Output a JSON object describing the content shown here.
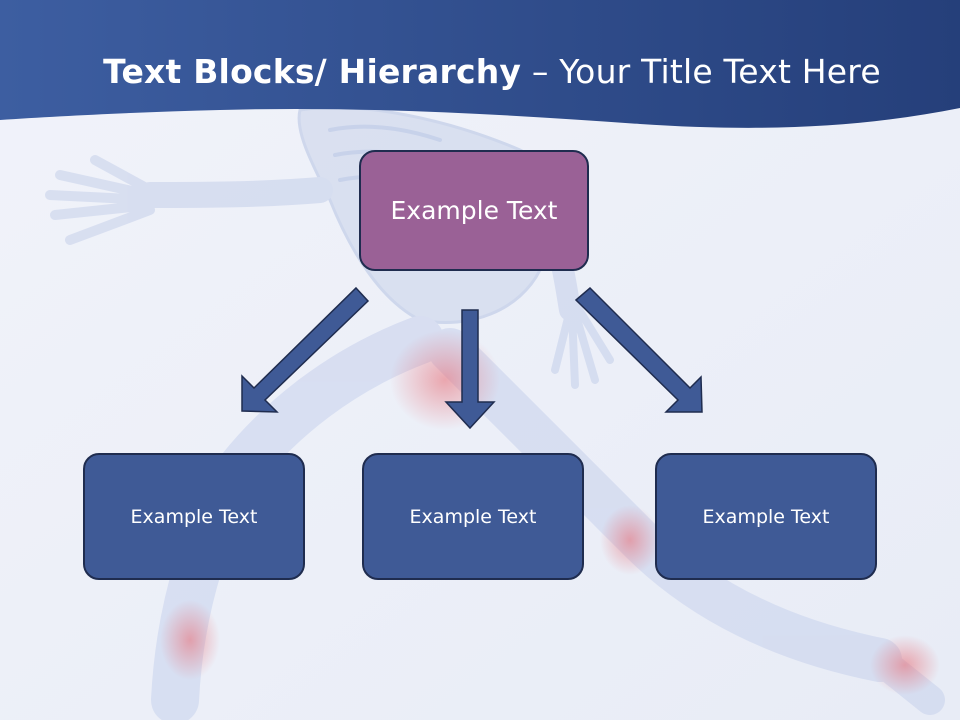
{
  "slide": {
    "title_bold": "Text Blocks/ Hierarchy",
    "title_rest": " – Your Title Text Here"
  },
  "hierarchy": {
    "top": {
      "label": "Example Text"
    },
    "children": [
      {
        "label": "Example Text"
      },
      {
        "label": "Example Text"
      },
      {
        "label": "Example Text"
      }
    ]
  },
  "colors": {
    "header_band": "#2f4a86",
    "top_box": "#9a6196",
    "child_box": "#3f5a96",
    "arrow": "#3f5a96"
  }
}
